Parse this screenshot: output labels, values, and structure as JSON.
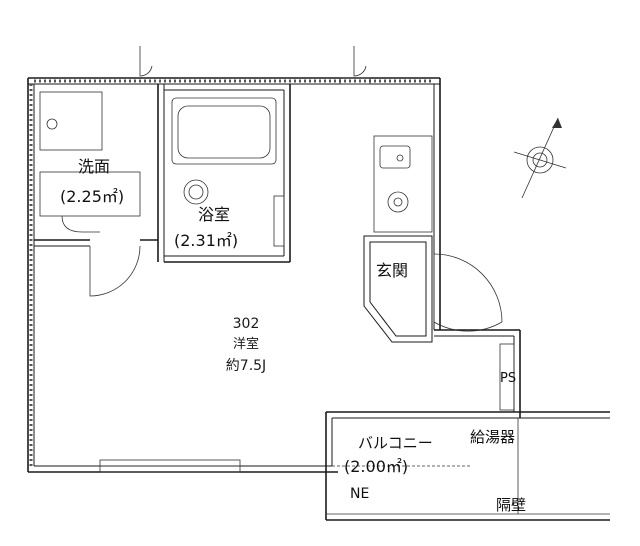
{
  "floorplan": {
    "unit_number": "302",
    "main_room_name": "洋室",
    "main_room_size": "約7.5J",
    "washroom_name": "洗面",
    "washroom_area": "(2.25㎡)",
    "bathroom_name": "浴室",
    "bathroom_area": "(2.31㎡)",
    "entrance_name": "玄関",
    "ps_label": "PS",
    "balcony_name": "バルコニー",
    "balcony_area": "(2.00㎡)",
    "balcony_direction": "NE",
    "water_heater_label": "給湯器",
    "partition_label": "隔壁"
  }
}
